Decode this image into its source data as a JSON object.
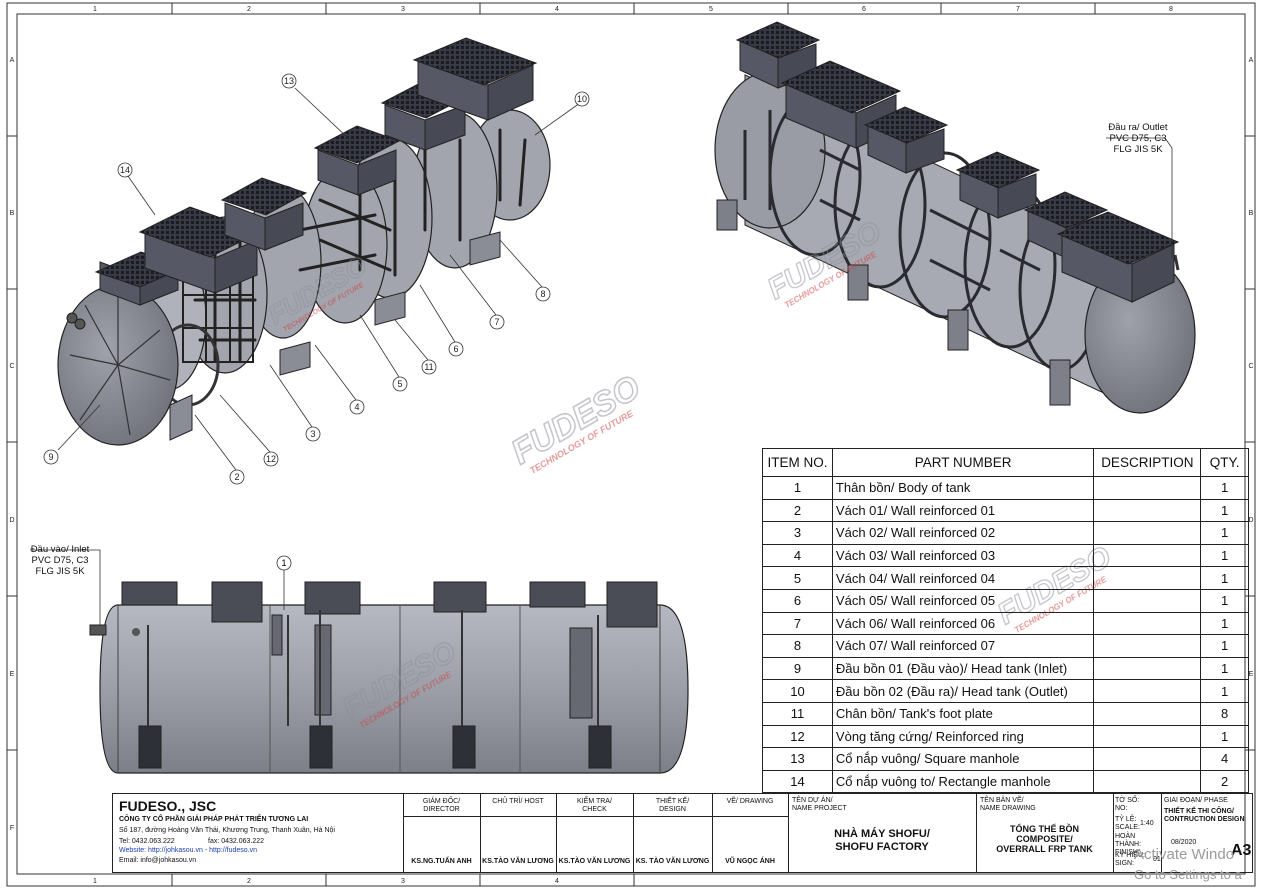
{
  "frame": {
    "columns": [
      "1",
      "2",
      "3",
      "4",
      "5",
      "6",
      "7",
      "8"
    ],
    "rows": [
      "A",
      "B",
      "C",
      "D",
      "E",
      "F"
    ]
  },
  "callouts": {
    "c1": "1",
    "c2": "2",
    "c3": "3",
    "c4": "4",
    "c5": "5",
    "c6": "6",
    "c7": "7",
    "c8": "8",
    "c9": "9",
    "c10": "10",
    "c11": "11",
    "c12": "12",
    "c13": "13",
    "c14": "14"
  },
  "notes": {
    "outlet": [
      "Đầu ra/ Outlet",
      "PVC D75, C3",
      "FLG JIS 5K"
    ],
    "inlet": [
      "Đầu vào/ Inlet",
      "PVC D75, C3",
      "FLG JIS 5K"
    ]
  },
  "logo": {
    "brand": "FUDESO",
    "tagline": "TECHNOLOGY OF FUTURE"
  },
  "bom": {
    "headers": [
      "ITEM NO.",
      "PART NUMBER",
      "DESCRIPTION",
      "QTY."
    ],
    "rows": [
      {
        "no": "1",
        "part": "Thân bồn/ Body of tank",
        "desc": "",
        "qty": "1"
      },
      {
        "no": "2",
        "part": "Vách 01/ Wall reinforced 01",
        "desc": "",
        "qty": "1"
      },
      {
        "no": "3",
        "part": "Vách 02/ Wall reinforced 02",
        "desc": "",
        "qty": "1"
      },
      {
        "no": "4",
        "part": "Vách 03/ Wall reinforced 03",
        "desc": "",
        "qty": "1"
      },
      {
        "no": "5",
        "part": "Vách 04/ Wall reinforced 04",
        "desc": "",
        "qty": "1"
      },
      {
        "no": "6",
        "part": "Vách 05/ Wall reinforced 05",
        "desc": "",
        "qty": "1"
      },
      {
        "no": "7",
        "part": "Vách 06/ Wall reinforced 06",
        "desc": "",
        "qty": "1"
      },
      {
        "no": "8",
        "part": "Vách 07/ Wall reinforced 07",
        "desc": "",
        "qty": "1"
      },
      {
        "no": "9",
        "part": "Đầu bồn 01 (Đầu vào)/ Head tank (Inlet)",
        "desc": "",
        "qty": "1"
      },
      {
        "no": "10",
        "part": "Đầu bồn 02 (Đầu ra)/ Head tank (Outlet)",
        "desc": "",
        "qty": "1"
      },
      {
        "no": "11",
        "part": "Chân bồn/ Tank's foot plate",
        "desc": "",
        "qty": "8"
      },
      {
        "no": "12",
        "part": "Vòng tăng cứng/ Reinforced ring",
        "desc": "",
        "qty": "1"
      },
      {
        "no": "13",
        "part": "Cổ nắp vuông/ Square manhole",
        "desc": "",
        "qty": "4"
      },
      {
        "no": "14",
        "part": "Cổ nắp vuông to/ Rectangle manhole",
        "desc": "",
        "qty": "2"
      }
    ]
  },
  "title_block": {
    "company": "FUDESO., JSC",
    "company_full": "CÔNG TY CỔ PHẦN GIẢI PHÁP PHÁT TRIỂN TƯƠNG LAI",
    "address": "Số 187, đường Hoàng Văn Thái, Khương Trung, Thanh Xuân, Hà Nội",
    "tel": "Tel: 0432.063.222",
    "fax": "fax: 0432.063.222",
    "website": "Website: http://johkasou.vn - http://fudeso.vn",
    "email": "Email: info@johkasou.vn",
    "roles": [
      {
        "title": "GIÁM ĐỐC/ DIRECTOR",
        "name": "KS.NG.TUẤN ANH"
      },
      {
        "title": "CHỦ TRÌ/ HOST",
        "name": "KS.TÀO VĂN LƯƠNG"
      },
      {
        "title": "KIỂM TRA/ CHECK",
        "name": "KS.TÀO VĂN LƯƠNG"
      },
      {
        "title": "THIẾT KẾ/ DESIGN",
        "name": "KS. TÀO VĂN LƯƠNG"
      },
      {
        "title": "VẼ/ DRAWING",
        "name": "VŨ NGỌC ÁNH"
      }
    ],
    "project_label": "TÊN DỰ ÁN/ NAME PROJECT",
    "project_name": [
      "NHÀ MÁY SHOFU/",
      "SHOFU FACTORY"
    ],
    "drawing_label": "TÊN BẢN VẼ/ NAME DRAWING",
    "drawing_name": [
      "TỔNG THỂ BỒN",
      "COMPOSITE/",
      "OVERRALL FRP TANK"
    ],
    "sheet_label": "TỜ SỐ: NO:",
    "scale_label": "TỶ LỆ: SCALE:",
    "scale": "1:40",
    "finish_label": "HOÀN THÀNH: FINISH:",
    "finish": "08/2020",
    "sign_label": "KÝ HIỆU: SIGN:",
    "sign": "01",
    "phase_label": "GIAI ĐOẠN/ PHASE",
    "phase": "THIẾT KẾ THI CÔNG/ CONTRUCTION DESIGN",
    "size": "A3"
  },
  "os_overlay": {
    "line1": "Activate Windo",
    "line2": "Go to Settings to a"
  }
}
